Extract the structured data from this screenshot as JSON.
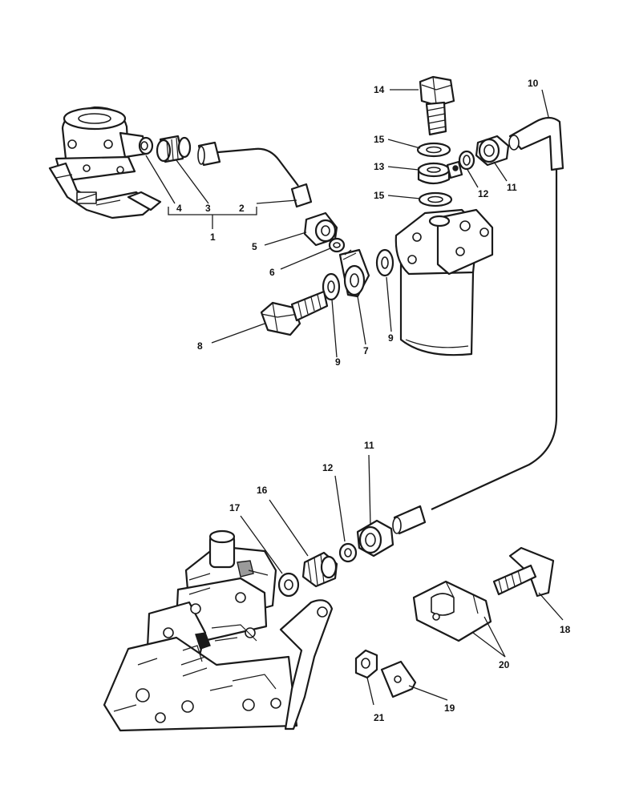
{
  "callouts": {
    "c1": "1",
    "c2": "2",
    "c3": "3",
    "c4": "4",
    "c5": "5",
    "c6": "6",
    "c7": "7",
    "c8": "8",
    "c9a": "9",
    "c9b": "9",
    "c10": "10",
    "c11a": "11",
    "c11b": "11",
    "c12a": "12",
    "c12b": "12",
    "c13": "13",
    "c14": "14",
    "c15a": "15",
    "c15b": "15",
    "c16": "16",
    "c17": "17",
    "c18": "18",
    "c19": "19",
    "c20": "20",
    "c21": "21"
  }
}
